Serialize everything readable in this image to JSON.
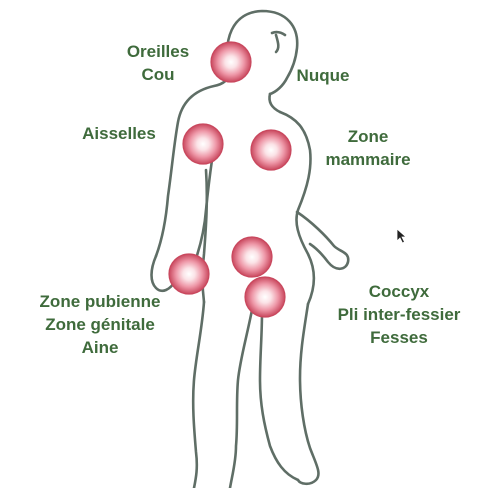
{
  "diagram": {
    "colors": {
      "outline": "#5f6e66",
      "label": "#3f6b3c",
      "spot_center": "#ffffff",
      "spot_mid": "#f3b6c0",
      "spot_edge": "#c9485e"
    },
    "labels": {
      "ears_neck": [
        "Oreilles",
        "Cou"
      ],
      "nape": [
        "Nuque"
      ],
      "armpits": [
        "Aisselles"
      ],
      "breast": [
        "Zone",
        "mammaire"
      ],
      "pubic": [
        "Zone pubienne",
        "Zone génitale",
        "Aine"
      ],
      "coccyx": [
        "Coccyx",
        "Pli inter-fessier",
        "Fesses"
      ]
    },
    "spots": [
      "ears-neck-spot",
      "armpit-spot",
      "breast-spot",
      "pubic-upper-spot",
      "groin-spot",
      "buttock-spot"
    ],
    "cursor_icon": "mouse-pointer-icon"
  }
}
